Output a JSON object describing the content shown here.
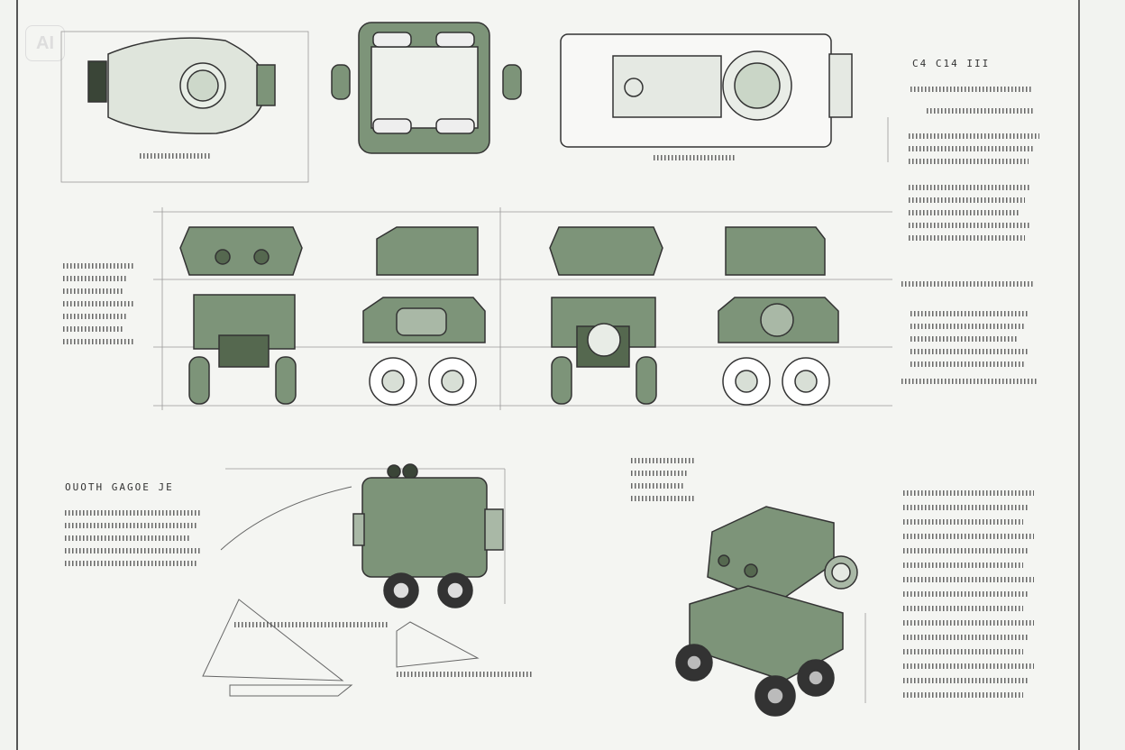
{
  "watermark": "AI",
  "headings": {
    "top_right": "C4 C14 III",
    "bottom_left": "OUOTH GAGOE JE"
  },
  "colors": {
    "body": "#7d9479",
    "body_dark": "#55684f",
    "line": "#333333",
    "paper": "#f4f5f2"
  }
}
